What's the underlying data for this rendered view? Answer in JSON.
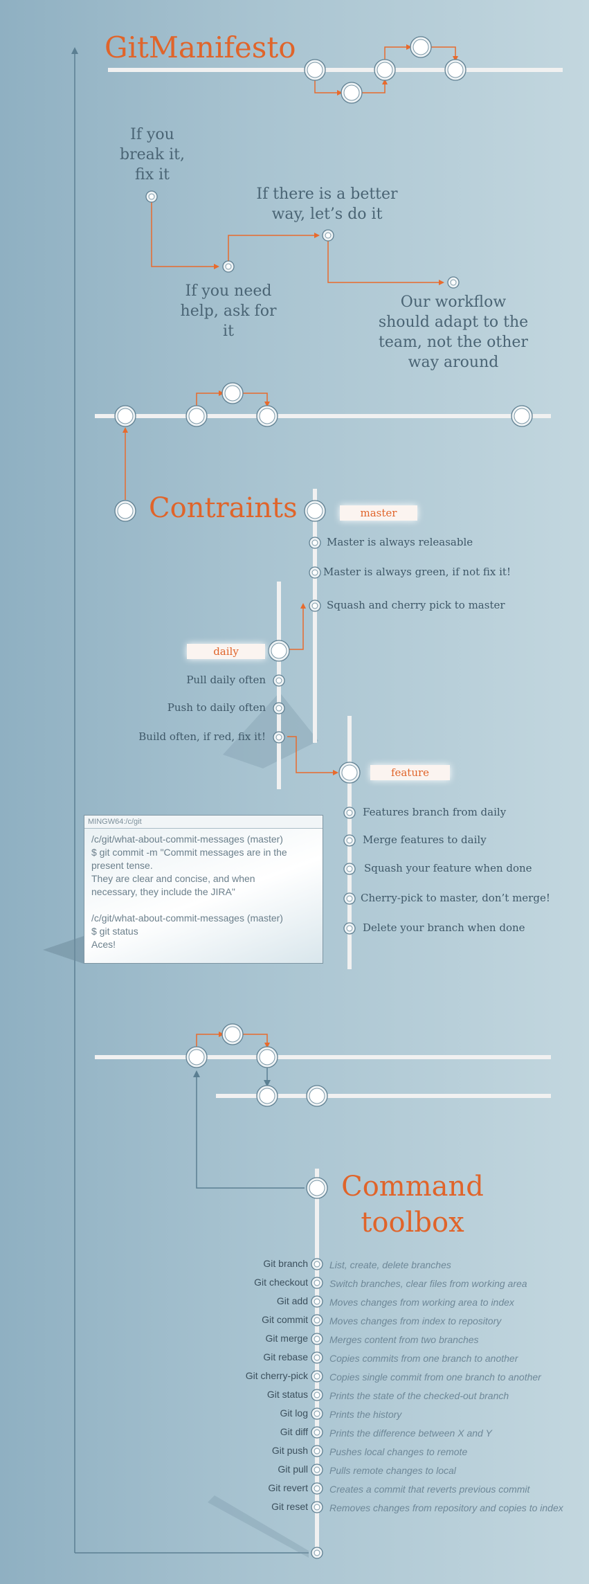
{
  "header": {
    "title": "GitManifesto"
  },
  "rules": [
    "If you break it, fix it",
    "If you need help, ask for it",
    "If there is a better way, let’s do it",
    "Our workflow should adapt to the team, not the other way around"
  ],
  "constraints": {
    "title": "Contraints",
    "master": {
      "label": "master",
      "items": [
        "Master is always releasable",
        "Master is always green, if not fix it!",
        "Squash and cherry pick to master"
      ]
    },
    "daily": {
      "label": "daily",
      "items": [
        "Pull daily often",
        "Push to daily often",
        "Build often, if red, fix it!"
      ]
    },
    "feature": {
      "label": "feature",
      "items": [
        "Features branch from daily",
        "Merge features to daily",
        "Squash your feature when done",
        "Cherry-pick to master, don’t merge!",
        "Delete your branch when done"
      ]
    }
  },
  "terminal": {
    "title": "MINGW64:/c/git",
    "lines": [
      "/c/git/what-about-commit-messages (master)",
      "$ git commit -m \"Commit messages are in the",
      "present tense.",
      "They are clear and concise, and when",
      "necessary, they include the JIRA\"",
      "",
      "/c/git/what-about-commit-messages (master)",
      "$ git status",
      "Aces!"
    ]
  },
  "toolbox": {
    "title_line1": "Command",
    "title_line2": "toolbox",
    "commands": [
      {
        "name": "Git branch",
        "desc": "List, create, delete branches"
      },
      {
        "name": "Git checkout",
        "desc": "Switch branches, clear files from working area"
      },
      {
        "name": "Git add",
        "desc": "Moves changes from working area to index"
      },
      {
        "name": "Git commit",
        "desc": "Moves changes from index to repository"
      },
      {
        "name": "Git merge",
        "desc": "Merges content from two branches"
      },
      {
        "name": "Git rebase",
        "desc": "Copies commits from one branch to another"
      },
      {
        "name": "Git cherry-pick",
        "desc": "Copies single commit from one branch to another"
      },
      {
        "name": "Git status",
        "desc": "Prints the state of the checked-out branch"
      },
      {
        "name": "Git log",
        "desc": "Prints the history"
      },
      {
        "name": "Git diff",
        "desc": "Prints the difference between X and Y"
      },
      {
        "name": "Git push",
        "desc": "Pushes local changes to remote"
      },
      {
        "name": "Git pull",
        "desc": "Pulls remote changes to local"
      },
      {
        "name": "Git revert",
        "desc": "Creates a commit that reverts previous commit"
      },
      {
        "name": "Git reset",
        "desc": "Removes changes from repository and copies to index"
      }
    ]
  },
  "colors": {
    "accent": "#e0642a",
    "connector_orange": "#e86a2c",
    "connector_blue": "#5b7f92",
    "node_stroke": "#5f7f91",
    "branch_line": "#f1f1f1"
  }
}
